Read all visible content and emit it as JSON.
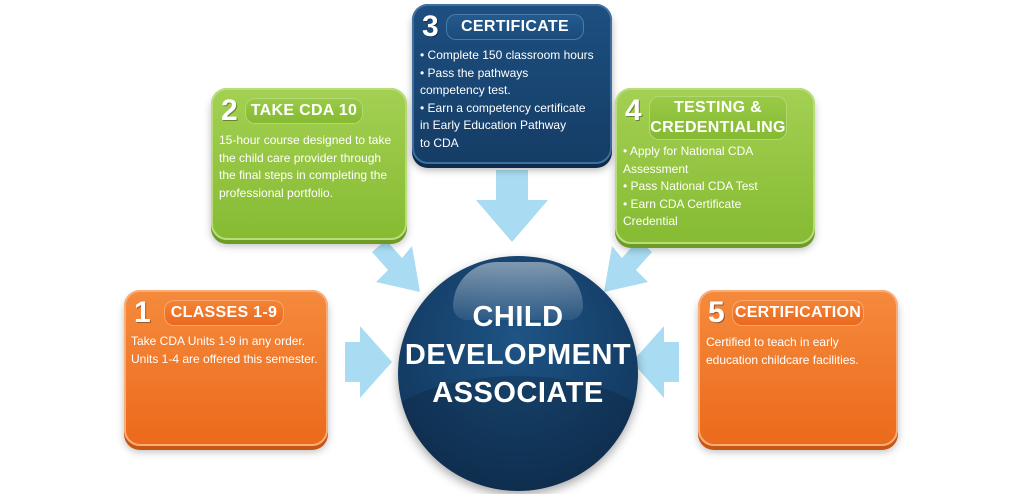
{
  "center": {
    "lines": [
      "CHILD",
      "DEVELOPMENT",
      "ASSOCIATE"
    ]
  },
  "steps": [
    {
      "number": "1",
      "title": "CLASSES 1-9",
      "color": "#ef6f22",
      "lines": [
        "Take CDA Units 1-9 in any order.",
        "Units 1-4 are offered this semester."
      ]
    },
    {
      "number": "2",
      "title": "TAKE CDA 10",
      "color": "#8cbf3a",
      "lines": [
        "15-hour course designed to take",
        "the child care provider through",
        "the final steps in completing the",
        "professional portfolio."
      ]
    },
    {
      "number": "3",
      "title": "CERTIFICATE",
      "color": "#163e66",
      "lines": [
        "• Complete 150 classroom hours",
        "• Pass the pathways",
        "competency test.",
        "• Earn a competency certificate",
        "in Early Education Pathway",
        "to CDA"
      ]
    },
    {
      "number": "4",
      "title_lines": [
        "TESTING &",
        "CREDENTIALING"
      ],
      "color": "#8cbf3a",
      "lines": [
        "• Apply for National CDA",
        "Assessment",
        "• Pass National CDA Test",
        "• Earn CDA Certificate",
        "Credential"
      ]
    },
    {
      "number": "5",
      "title": "CERTIFICATION",
      "color": "#ef6f22",
      "lines": [
        "Certified to teach in early",
        "education childcare facilities."
      ]
    }
  ],
  "arrow_color": "#a9dcf2"
}
